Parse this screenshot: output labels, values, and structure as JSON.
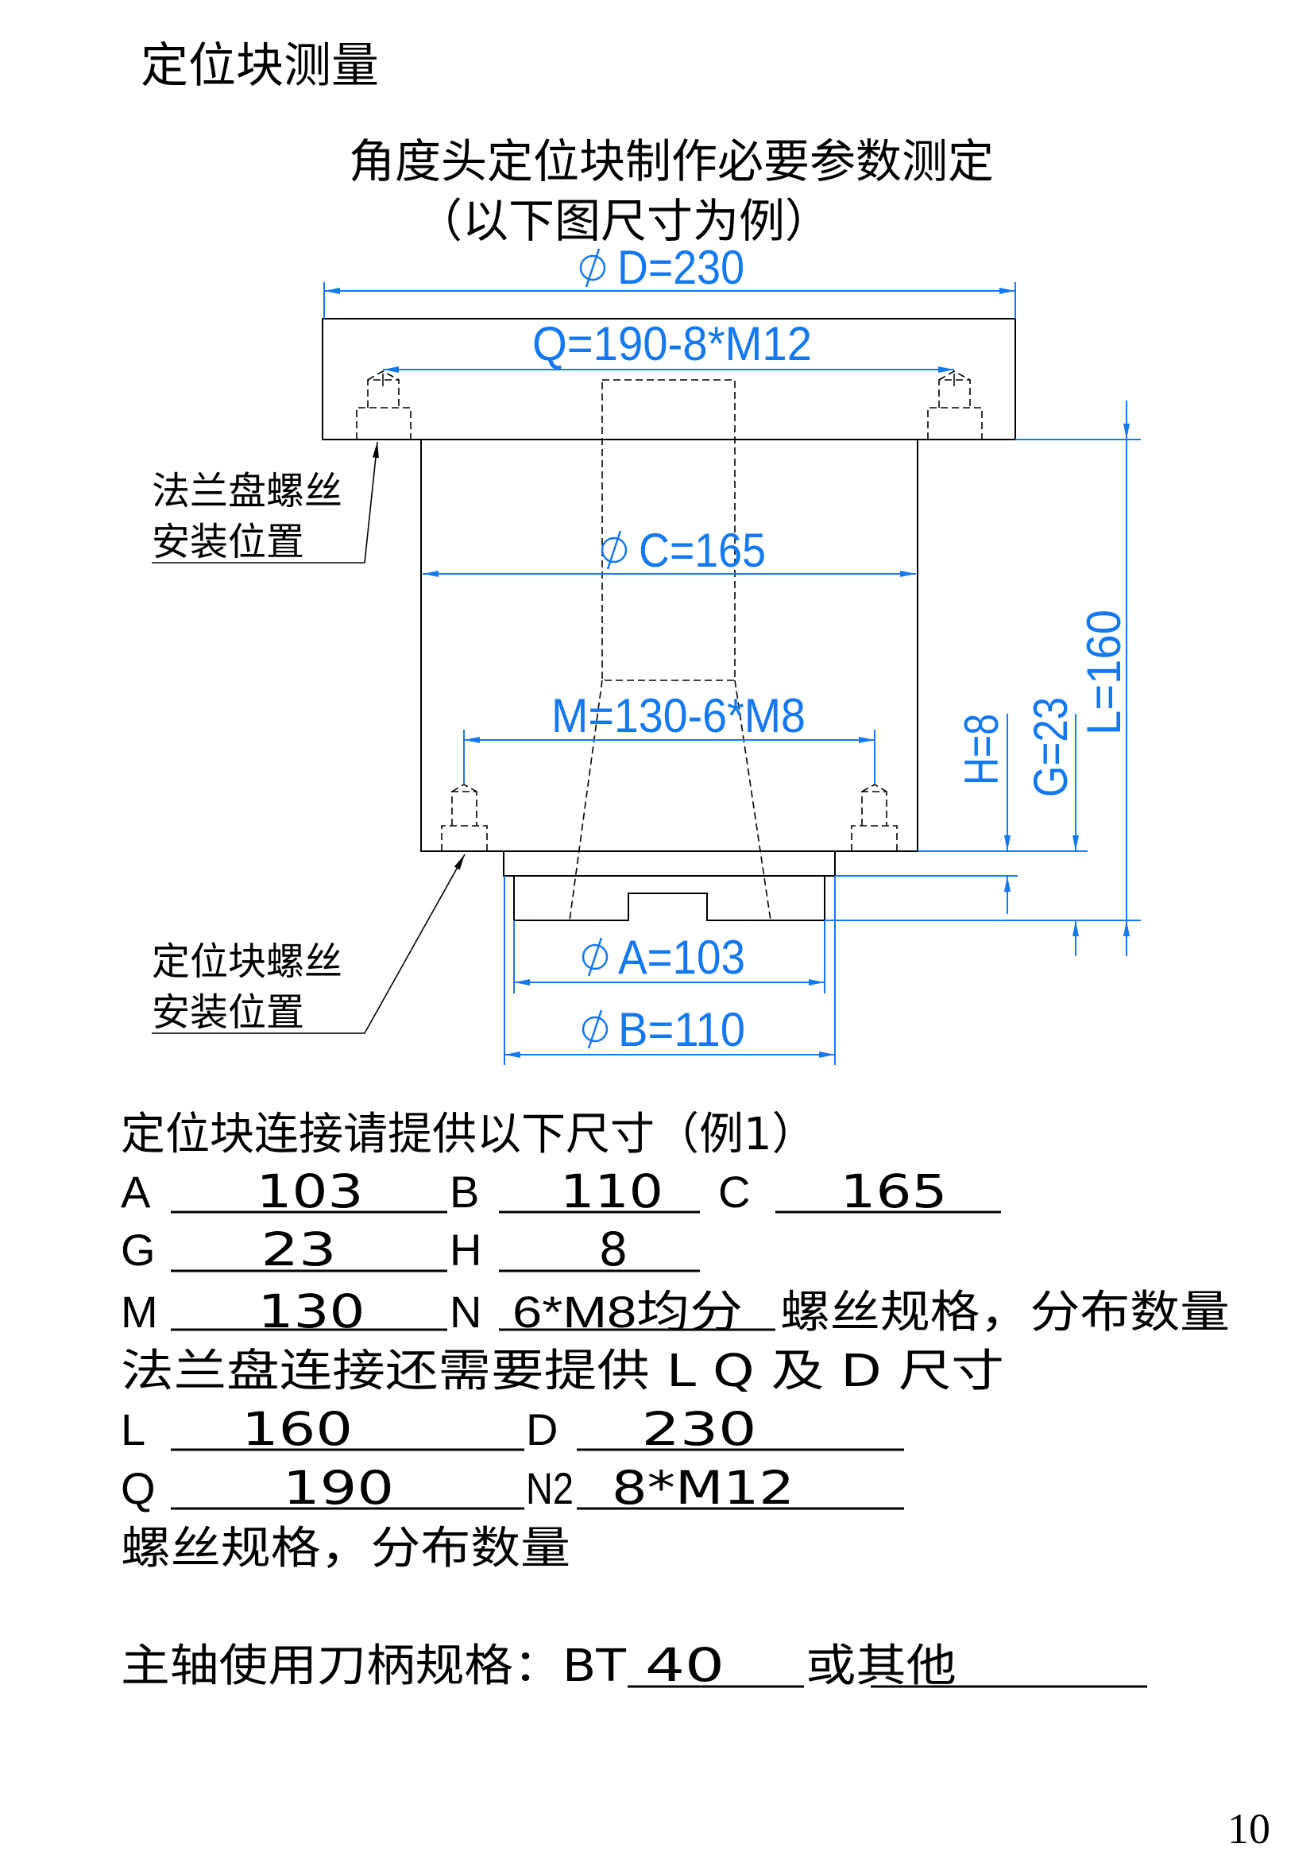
{
  "title": "定位块测量",
  "heading": {
    "line1": "角度头定位块制作必要参数测定",
    "line2": "（以下图尺寸为例）"
  },
  "drawing": {
    "dims": {
      "D": "D=230",
      "Q": "Q=190-8*M12",
      "C": "C=165",
      "M": "M=130-6*M8",
      "H": "H=8",
      "G": "G=23",
      "L": "L=160",
      "A": "A=103",
      "B": "B=110"
    },
    "labels": {
      "flange_bolt_line1": "法兰盘螺丝",
      "flange_bolt_line2": "安装位置",
      "block_bolt_line1": "定位块螺丝",
      "block_bolt_line2": "安装位置"
    },
    "colors": {
      "dimension": "#1478f0",
      "outline": "#000000"
    }
  },
  "form": {
    "intro": "定位块连接请提供以下尺寸（例1）",
    "A": {
      "label": "A",
      "value": "103"
    },
    "B": {
      "label": "B",
      "value": "110"
    },
    "C": {
      "label": "C",
      "value": "165"
    },
    "G": {
      "label": "G",
      "value": "23"
    },
    "H": {
      "label": "H",
      "value": "8"
    },
    "M": {
      "label": "M",
      "value": "130"
    },
    "N": {
      "label": "N",
      "value": "6*M8均分",
      "note": "螺丝规格，分布数量"
    },
    "flange_intro": "法兰盘连接还需要提供 L  Q 及 D 尺寸",
    "L": {
      "label": "L",
      "value": "160"
    },
    "D": {
      "label": "D",
      "value": "230"
    },
    "Q": {
      "label": "Q",
      "value": "190"
    },
    "N2": {
      "label": "N2",
      "value": "8*M12"
    },
    "n2_note": "螺丝规格，分布数量",
    "spindle_label": "主轴使用刀柄规格：BT",
    "spindle_value": "40",
    "other_label": "或其他",
    "other_value": ""
  },
  "page_number": "10"
}
